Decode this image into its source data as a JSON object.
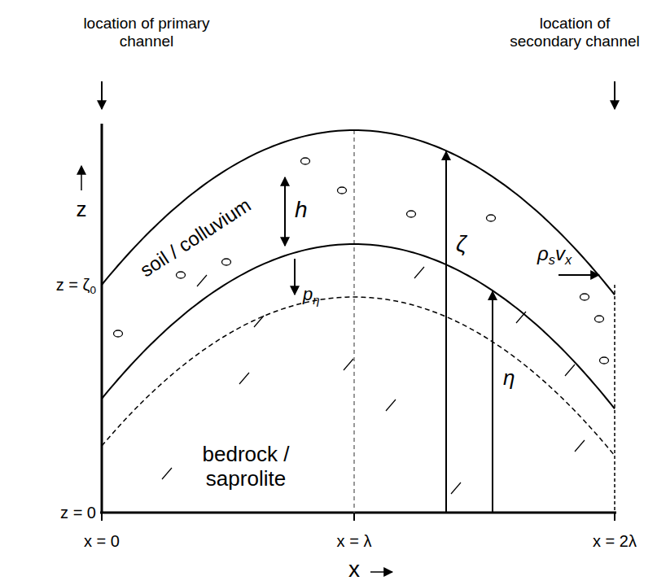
{
  "diagram": {
    "labels": [
      "location of primary channel",
      "location of secondary channel",
      "z",
      "z = ζ0",
      "soil / colluvium",
      "h",
      "pη",
      "ζ",
      "ρsvx",
      "η",
      "bedrock / saprolite",
      "z = 0",
      "x = 0",
      "x = λ",
      "x = 2λ",
      "x"
    ]
  }
}
